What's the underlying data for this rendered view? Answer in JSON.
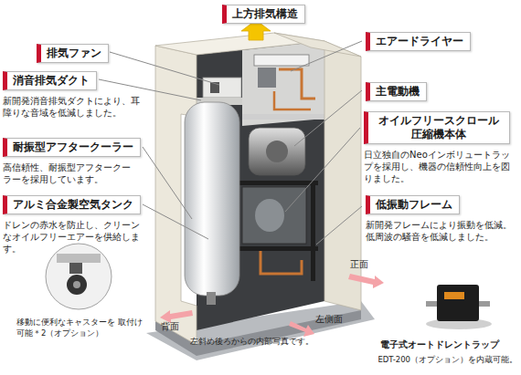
{
  "diagram": {
    "nodes": [
      {
        "text": [
          "上方排気構造"
        ]
      },
      {
        "text": [
          "排気ファン"
        ]
      },
      {
        "text": [
          "消音排気ダクト",
          "新開発消音排気ダクトにより、耳障りな音域を低減しました。"
        ]
      },
      {
        "text": [
          "耐振型アフタークーラー",
          "高信頼性、耐振型アフタークーラーを採用しています。"
        ]
      },
      {
        "text": [
          "アルミ合金製空気タンク",
          "ドレンの赤水を防止し、クリーンなオイルフリーエアーを供給します。"
        ]
      },
      {
        "text": [
          "エアードライヤー"
        ]
      },
      {
        "text": [
          "主電動機"
        ]
      },
      {
        "text": [
          "オイルフリースクロール 圧縮機本体",
          "日立独自のNeoインボリュートラップを採用し、機器の信頼性向上を図りました。"
        ]
      },
      {
        "text": [
          "低振動フレーム",
          "新開発フレームにより振動を低減。低周波の騒音を低減しました。"
        ]
      }
    ],
    "labels": [
      "正面",
      "左側面",
      "背面",
      "左斜め後ろからの内部写真です。",
      "移動に便利なキャスターを 取付け可能＊2（オプション）",
      "電子式オートドレントラップ",
      "EDT-200（オプション）を内蔵可能。"
    ]
  }
}
